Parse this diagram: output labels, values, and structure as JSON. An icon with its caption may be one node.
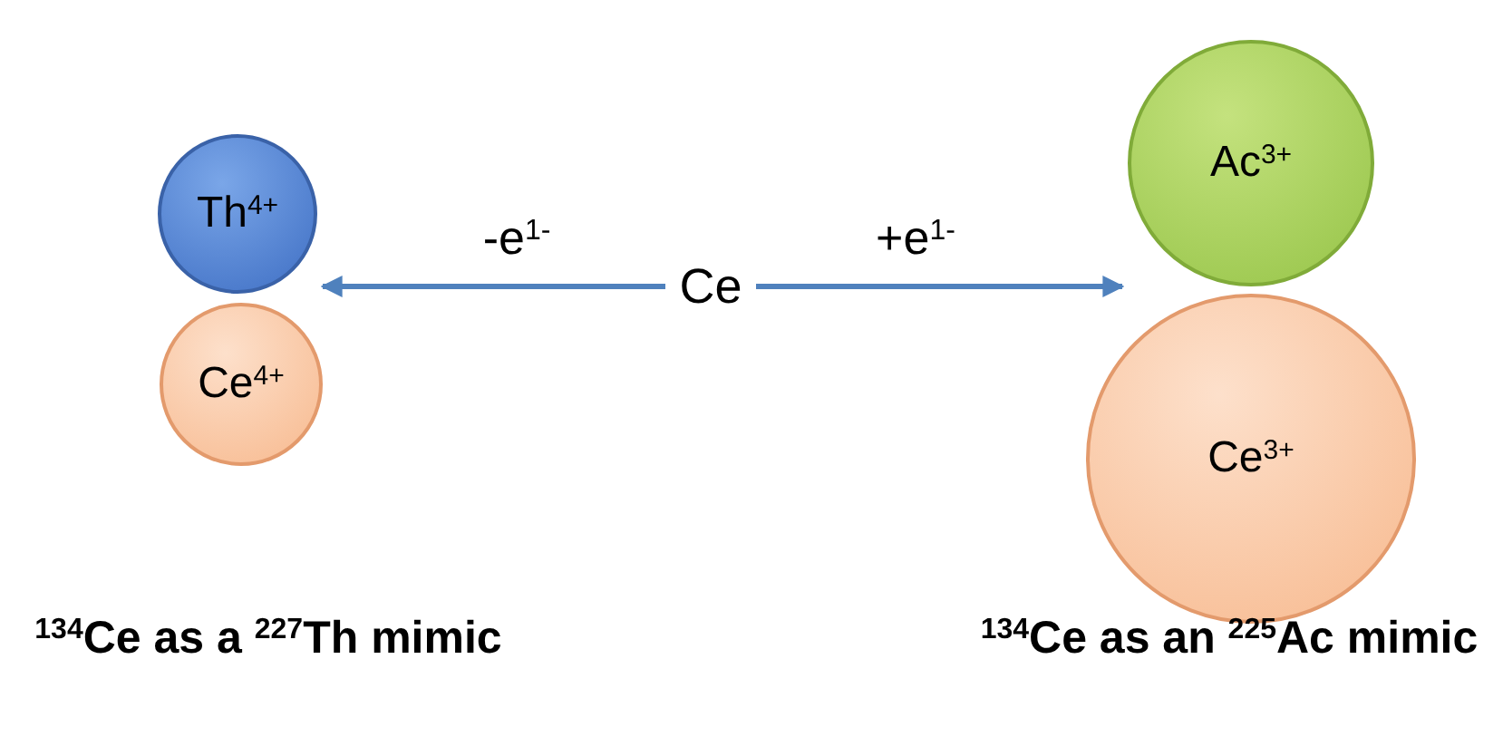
{
  "diagram": {
    "nodes": [
      {
        "text": [
          "Th$^{4+}$"
        ]
      },
      {
        "text": [
          "Ce$^{4+}$"
        ]
      },
      {
        "text": [
          "Ce"
        ]
      },
      {
        "text": [
          "Ac$^{3+}$"
        ]
      },
      {
        "text": [
          "Ce$^{3+}$"
        ]
      }
    ],
    "edges": [
      {
        "from": 2,
        "to": 0,
        "arrow": "to",
        "label": "-e$^{1-}$"
      },
      {
        "from": 2,
        "to": 3,
        "arrow": "to",
        "label": "+e$^{1-}$"
      }
    ],
    "labels": [
      "$^{134}$Ce as a $^{227}$Th mimic",
      "$^{134}$Ce as an $^{225}$Ac mimic"
    ]
  }
}
